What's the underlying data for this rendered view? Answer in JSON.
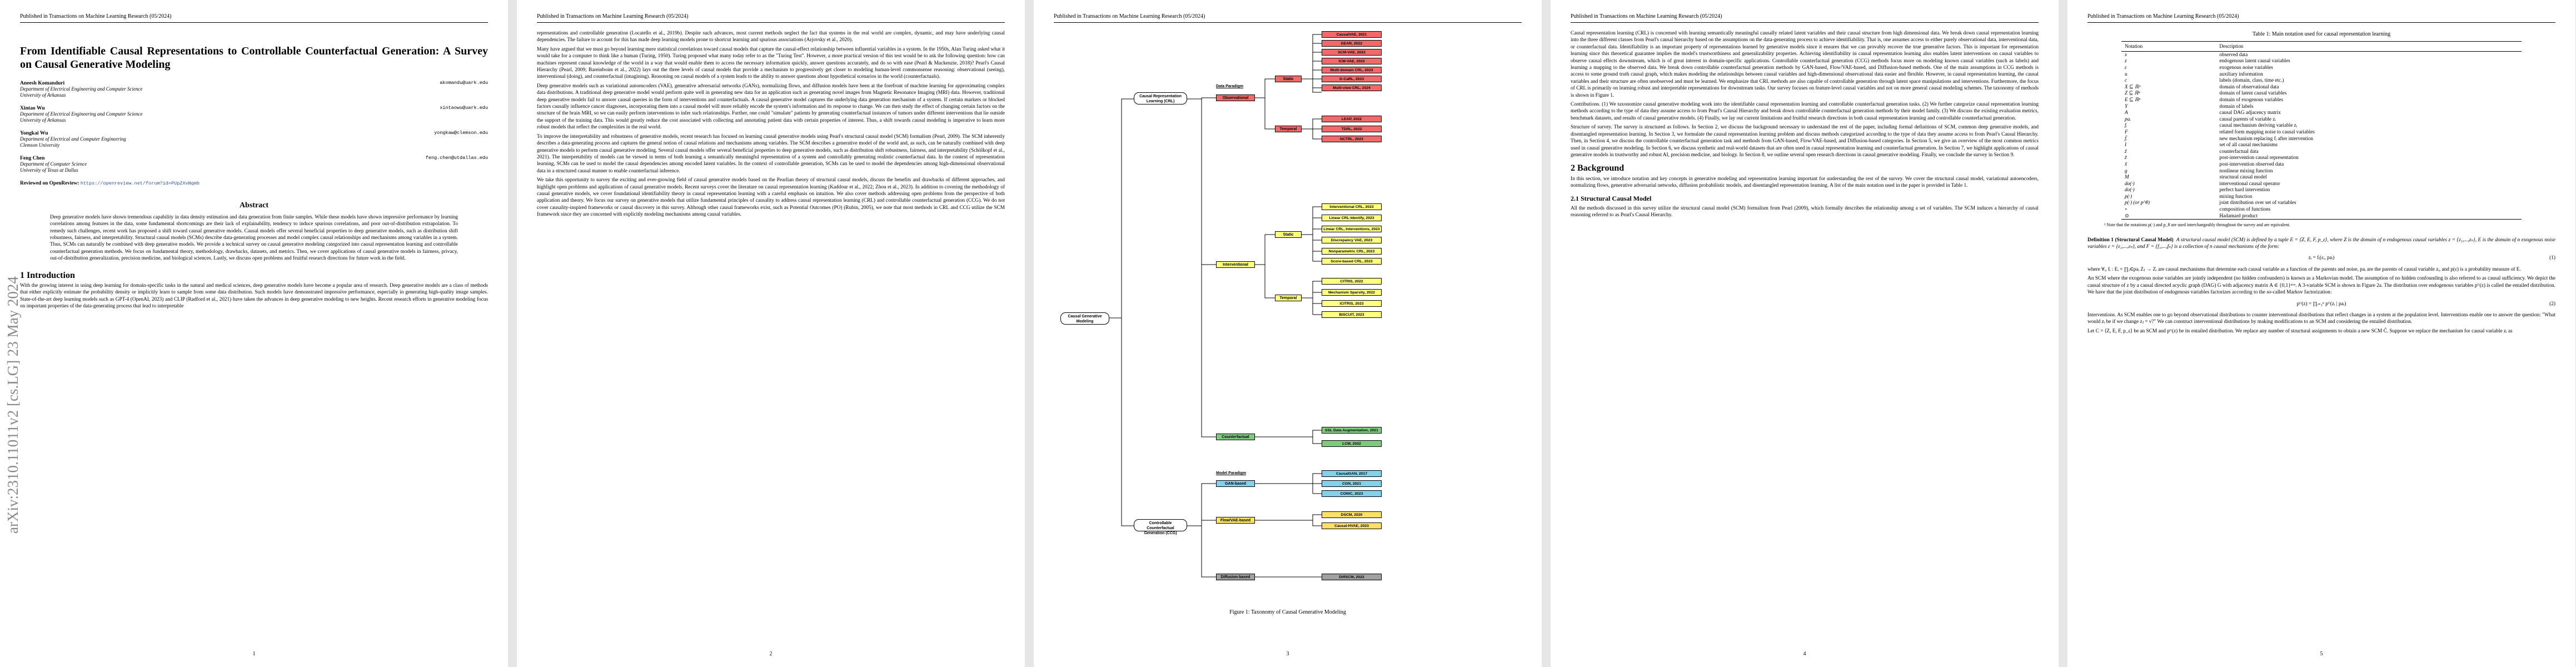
{
  "header": "Published in Transactions on Machine Learning Research (05/2024)",
  "arxiv_id": "arXiv:2310.11011v2  [cs.LG]  23 May 2024",
  "page_numbers": [
    "1",
    "2",
    "3",
    "4",
    "5"
  ],
  "p1": {
    "title": "From Identifiable Causal Representations to Controllable Counterfactual Generation: A Survey on Causal Generative Modeling",
    "authors": [
      {
        "name": "Aneesh Komanduri",
        "affil1": "Department of Electrical Engineering and Computer Science",
        "affil2": "University of Arkansas",
        "email": "akomandu@uark.edu"
      },
      {
        "name": "Xintao Wu",
        "affil1": "Department of Electrical Engineering and Computer Science",
        "affil2": "University of Arkansas",
        "email": "xintaowu@uark.edu"
      },
      {
        "name": "Yongkai Wu",
        "affil1": "Department of Electrical and Computer Engineering",
        "affil2": "Clemson University",
        "email": "yongkaw@clemson.edu"
      },
      {
        "name": "Feng Chen",
        "affil1": "Department of Computer Science",
        "affil2": "University of Texas at Dallas",
        "email": "feng.chen@utdallas.edu"
      }
    ],
    "review_label": "Reviewed on OpenReview:",
    "review_url": "https://openreview.net/forum?id=PUpZXvNqmb",
    "abstract_title": "Abstract",
    "abstract": "Deep generative models have shown tremendous capability in data density estimation and data generation from finite samples. While these models have shown impressive performance by learning correlations among features in the data, some fundamental shortcomings are their lack of explainability, tendency to induce spurious correlations, and poor out-of-distribution extrapolation. To remedy such challenges, recent work has proposed a shift toward causal generative models. Causal models offer several beneficial properties to deep generative models, such as distribution shift robustness, fairness, and interpretability. Structural causal models (SCMs) describe data-generating processes and model complex causal relationships and mechanisms among variables in a system. Thus, SCMs can naturally be combined with deep generative models. We provide a technical survey on causal generative modeling categorized into causal representation learning and controllable counterfactual generation methods. We focus on fundamental theory, methodology, drawbacks, datasets, and metrics. Then, we cover applications of causal generative models in fairness, privacy, out-of-distribution generalization, precision medicine, and biological sciences. Lastly, we discuss open problems and fruitful research directions for future work in the field.",
    "intro_title": "1   Introduction",
    "intro": "With the growing interest in using deep learning for domain-specific tasks in the natural and medical sciences, deep generative models have become a popular area of research. Deep generative models are a class of methods that either explicitly estimate the probability density or implicitly learn to sample from some data distribution. Such models have demonstrated impressive performance, especially in generating high-quality image samples. State-of-the-art deep learning models such as GPT-4 (OpenAI, 2023) and CLIP (Radford et al., 2021) have taken the advances in deep generative modeling to new heights. Recent research efforts in generative modeling focus on important properties of the data-generating process that lead to interpretable"
  },
  "p2": {
    "paras": [
      "representations and controllable generation (Locatello et al., 2019b). Despite such advances, most current methods neglect the fact that systems in the real world are complex, dynamic, and may have underlying causal dependencies. The failure to account for this has made deep learning models prone to shortcut learning and spurious associations (Arjovsky et al., 2020).",
      "Many have argued that we must go beyond learning mere statistical correlations toward causal models that capture the causal-effect relationship between influential variables in a system. In the 1950s, Alan Turing asked what it would take for a computer to think like a human (Turing, 1950). Turing proposed what many today refer to as the \"Turing Test\". However, a more practical version of this test would be to ask the following question: how can machines represent causal knowledge of the world in a way that would enable them to access the necessary information quickly, answer questions accurately, and do so with ease (Pearl & Mackenzie, 2018)? Pearl's Causal Hierarchy (Pearl, 2009; Bareinboim et al., 2022) lays out the three levels of causal models that provide a mechanism to progressively get closer to modeling human-level commonsense reasoning: observational (seeing), interventional (doing), and counterfactual (imagining). Reasoning on causal models of a system leads to the ability to answer questions about hypothetical scenarios in the world (counterfactuals).",
      "Deep generative models such as variational autoencoders (VAE), generative adversarial networks (GANs), normalizing flows, and diffusion models have been at the forefront of machine learning for approximating complex data distributions. A traditional deep generative model would perform quite well in generating new data for an application such as generating novel images from Magnetic Resonance Imaging (MRI) data. However, traditional deep generative models fail to answer causal queries in the form of interventions and counterfactuals. A causal generative model captures the underlying data generation mechanism of a system. If certain markers or blocked factors causally influence cancer diagnoses, incorporating them into a causal model will more reliably encode the system's information and its response to change. We can then study the effect of changing certain factors on the structure of the brain MRI, so we can easily perform interventions to infer such relationships. Further, one could \"simulate\" patients by generating counterfactual instances of tumors under different interventions that lie outside the support of the training data. This would greatly reduce the cost associated with collecting and annotating patient data with certain properties of interest. Thus, a shift towards causal modeling is imperative to learn more robust models that reflect the complexities in the real world.",
      "To improve the interpretability and robustness of generative models, recent research has focused on learning causal generative models using Pearl's structural causal model (SCM) formalism (Pearl, 2009). The SCM inherently describes a data-generating process and captures the general notion of causal relations and mechanisms among variables. The SCM describes a generative model of the world and, as such, can be naturally combined with deep generative models to perform causal generative modeling. Several causal models offer several beneficial properties to deep generative models, such as distribution shift robustness, fairness, and interpretability (Schölkopf et al., 2021). The interpretability of models can be viewed in terms of both learning a semantically meaningful representation of a system and controllably generating realistic counterfactual data. In the context of representation learning, SCMs can be used to model the causal dependencies among encoded latent variables. In the context of controllable generation, SCMs can be used to model the dependencies among high-dimensional observational data in a structured causal manner to enable counterfactual inference.",
      "We take this opportunity to survey the exciting and ever-growing field of causal generative models based on the Pearlian theory of structural causal models, discuss the benefits and drawbacks of different approaches, and highlight open problems and applications of causal generative models. Recent surveys cover the literature on causal representation learning (Kaddour et al., 2022; Zhou et al., 2023). In addition to covering the methodology of causal generative models, we cover foundational identifiability theory in causal representation learning with a careful emphasis on intuition. We also cover methods addressing open problems from the perspective of both application and theory. We focus our survey on generative models that utilize fundamental principles of causality to address causal representation learning (CRL) and controllable counterfactual generation (CCG). We do not cover causality-inspired frameworks or causal discovery in this survey. Although other causal frameworks exist, such as Potential Outcomes (PO) (Rubin, 2005), we note that most methods in CRL and CCG utilize the SCM framework since they are concerned with explicitly modeling mechanisms among causal variables."
    ]
  },
  "p3": {
    "caption": "Figure 1: Taxonomy of Causal Generative Modeling",
    "root": "Causal Generative Modeling",
    "crl": "Causal Representation Learning (CRL)",
    "ccg": "Controllable Counterfactual Generation (CCG)",
    "data_paradigm": "Data Paradigm",
    "model_paradigm": "Model Paradigm",
    "observational": "Observational",
    "interventional": "Interventional",
    "counterfactual": "Counterfactual",
    "static": "Static",
    "temporal": "Temporal",
    "gan_based": "GAN-based",
    "flow_vae_based": "Flow/VAE-based",
    "diffusion_based": "Diffusion-based",
    "obs_static": [
      "CausalVAE, 2021",
      "DEAR, 2022",
      "SCM-VAE, 2022",
      "ICM-VAE, 2023",
      "Multi-domain CRL, 2023",
      "G-CaRL, 2023",
      "Multi-view CRL, 2024"
    ],
    "obs_temporal": [
      "LEAP, 2022",
      "TDRL, 2022",
      "NCTRL, 2023"
    ],
    "int_static": [
      "Interventional CRL, 2023",
      "Linear CRL-Identify, 2023",
      "Linear CRL, Interventions, 2023",
      "Discrepancy VAE, 2023",
      "Nonparametric CRL, 2023",
      "Score-based CRL, 2023"
    ],
    "int_temporal": [
      "CITRIS, 2022",
      "Mechanism Sparsity, 2022",
      "iCITRIS, 2023",
      "BISCUIT, 2023"
    ],
    "cf": [
      "SSL Data Augmentation, 2021",
      "LCM, 2022"
    ],
    "gan": [
      "CausalGAN, 2017",
      "CGN, 2021",
      "CONIC, 2023"
    ],
    "flow": [
      "DSCM, 2020",
      "Causal-HVAE, 2023"
    ],
    "diffusion": [
      "DiffSCM, 2022"
    ]
  },
  "p4": {
    "paras": [
      "Causal representation learning (CRL) is concerned with learning semantically meaningful causally related latent variables and their causal structure from high dimensional data. We break down causal representation learning into the three different classes from Pearl's causal hierarchy based on the assumptions on the data-generating process to achieve identifiability. That is, one assumes access to either purely observational data, interventional data, or counterfactual data. Identifiability is an important property of representations learned by generative models since it ensures that we can provably recover the true generative factors. This is important for representation learning since this theoretical guarantee implies the model's trustworthiness and generalizability properties. Achieving identifiability in causal representation learning also enables latent interventions on causal variables to observe causal effects downstream, which is of great interest in domain-specific applications. Controllable counterfactual generation (CCG) methods focus more on modeling known causal variables (such as labels) and learning a mapping to the observed data. We break down controllable counterfactual generation methods by GAN-based, Flow/VAE-based, and Diffusion-based methods. One of the main assumptions in CCG methods is access to some ground truth causal graph, which makes modeling the relationships between causal variables and high-dimensional observational data easier and flexible. However, in causal representation learning, the causal variables and their structure are often unobserved and must be learned. We emphasize that CRL methods are also capable of controllable generation through latent space manipulations and interventions. Furthermore, the focus of CRL is primarily on learning robust and interpretable representations for downstream tasks. Our survey focuses on feature-level causal variables and not on more general causal modeling schemes. The taxonomy of methods is shown in Figure 1.",
      "Contributions. (1) We taxonomize causal generative modeling work into the identifiable causal representation learning and controllable counterfactual generation tasks. (2) We further categorize causal representation learning methods according to the type of data they assume access to from Pearl's Causal Hierarchy and break down controllable counterfactual generation methods by their model family. (3) We discuss the existing evaluation metrics, benchmark datasets, and results of causal generative models. (4) Finally, we lay out current limitations and fruitful research directions in both causal representation learning and controllable counterfactual generation.",
      "Structure of survey. The survey is structured as follows. In Section 2, we discuss the background necessary to understand the rest of the paper, including formal definitions of SCM, common deep generative models, and disentangled representation learning. In Section 3, we formulate the causal representation learning problem and discuss methods categorized according to the type of data they assume access to from Pearl's Causal Hierarchy. Then, in Section 4, we discuss the controllable counterfactual generation task and methods from GAN-based, Flow/VAE-based, and Diffusion-based categories. In Section 5, we give an overview of the most common metrics used in causal generative modeling. In Section 6, we discuss synthetic and real-world datasets that are often used in causal representation learning and counterfactual generation. In Section 7, we highlight applications of causal generative models in trustworthy and robust AI, precision medicine, and biology. In Section 8, we outline several open research directions in causal generative modeling. Finally, we conclude the survey in Section 9."
    ],
    "bg_title": "2   Background",
    "bg": "In this section, we introduce notation and key concepts in generative modeling and representation learning important for understanding the rest of the survey. We cover the structural causal model, variational autoencoders, normalizing flows, generative adversarial networks, diffusion probabilistic models, and disentangled representation learning. A list of the main notation used in the paper is provided in Table 1.",
    "scm_title": "2.1   Structural Causal Model",
    "scm": "All the methods discussed in this survey utilize the structural causal model (SCM) formalism from Pearl (2009), which formally describes the relationship among a set of variables. The SCM induces a hierarchy of causal reasoning referred to as Pearl's Causal Hierarchy."
  },
  "p5": {
    "table_caption": "Table 1: Main notation used for causal representation learning",
    "table_headers": [
      "Notation",
      "Description"
    ],
    "table_rows": [
      [
        "x",
        "observed data"
      ],
      [
        "z",
        "endogenous latent causal variables"
      ],
      [
        "ε",
        "exogenous noise variables"
      ],
      [
        "u",
        "auxiliary information"
      ],
      [
        "c",
        "labels (domain, class, time etc.)"
      ],
      [
        "X ⊆ ℝᵈ",
        "domain of observational data"
      ],
      [
        "Z ⊆ ℝⁿ",
        "domain of latent causal variables"
      ],
      [
        "E ⊆ ℝⁿ",
        "domain of exogenous variables"
      ],
      [
        "Y",
        "domain of labels"
      ],
      [
        "A",
        "causal DAG adjacency matrix"
      ],
      [
        "paᵢ",
        "causal parents of variable zᵢ"
      ],
      [
        "fᵢ",
        "causal mechanism deriving variable zᵢ"
      ],
      [
        "F",
        "related form mapping noise to causal variables"
      ],
      [
        "f̃ᵢ",
        "new mechanism replacing fᵢ after intervention"
      ],
      [
        "I",
        "set of all causal mechanisms"
      ],
      [
        "z̃",
        "counterfactual data"
      ],
      [
        "z̃",
        "post-intervention causal representation"
      ],
      [
        "x̃",
        "post-intervention observed data"
      ],
      [
        "g",
        "nonlinear mixing function"
      ],
      [
        "M",
        "structural causal model"
      ],
      [
        "do(·)",
        "interventional causal operator"
      ],
      [
        "do(·)",
        "perfect hard intervention"
      ],
      [
        "p(·)",
        "mixing function"
      ],
      [
        "p(·) (or p^θ)",
        "joint distribution over set of variables"
      ],
      [
        "∘",
        "composition of functions"
      ],
      [
        "⊙",
        "Hadamard product"
      ]
    ],
    "table_note": "¹ Note that the notations p(·) and p_θ are used interchangeably throughout the survey and are equivalent.",
    "def_title": "Definition 1 (Structural Causal Model)",
    "def_text": "A structural causal model (SCM) is defined by a tuple E = ⟨Z, E, F, p_ε⟩, where Z is the domain of n endogenous causal variables z = {z₁,...,zₙ}, E is the domain of n exogenous noise variables ε = {ε₁,...,εₙ}, and F = {f₁,...,fₙ} is a collection of n causal mechanisms of the form:",
    "eq1": "zᵢ = fᵢ(εᵢ, paᵢ)",
    "eq1_n": "(1)",
    "after_eq1": "where ∀ᵢ, fᵢ : Eᵢ × ∏ⱼ∈paᵢ Zⱼ → Zᵢ are causal mechanisms that determine each causal variable as a function of the parents and noise, paᵢ are the parents of causal variable zᵢ, and p(ε) is a probability measure of E.",
    "scm2": "An SCM where the exogenous noise variables are jointly independent (no hidden confounders) is known as a Markovian model. The assumption of no hidden confounding is also referred to as causal sufficiency. We depict the causal structure of z by a causal directed acyclic graph (DAG) G with adjacency matrix A ∈ {0,1}ⁿˣⁿ. A 3-variable SCM is shown in Figure 2a. The distribution over endogenous variables pᴳ(z) is called the entailed distribution. We have that the joint distribution of endogenous variables factorizes according to the so-called Markov factorization:",
    "eq2": "pᴳ(z) = ∏ᵢ₌₁ⁿ pᴳ(zᵢ | paᵢ)",
    "eq2_n": "(2)",
    "interv": "Interventions. As SCM enables one to go beyond observational distributions to counter interventional distributions that reflect changes in a system at the population level. Interventions enable one to answer the question: \"What would zᵢ be if we change zⱼ = ν?\" We can construct interventional distributions by making modifications to an SCM and considering the entailed distribution.",
    "interv2": "Let C = ⟨Z, E, F, p_ε⟩ be an SCM and pᴳ(z) be its entailed distribution. We replace any number of structural assignments to obtain a new SCM C̃. Suppose we replace the mechanism for causal variable zᵢ as"
  },
  "colors": {
    "observational": "#f06a6a",
    "interventional": "#ffff80",
    "counterfactual": "#7ec97e",
    "gan": "#7fd3e8",
    "flow": "#ffe066",
    "diffusion": "#a0a0a0",
    "link": "#2b50a6"
  }
}
